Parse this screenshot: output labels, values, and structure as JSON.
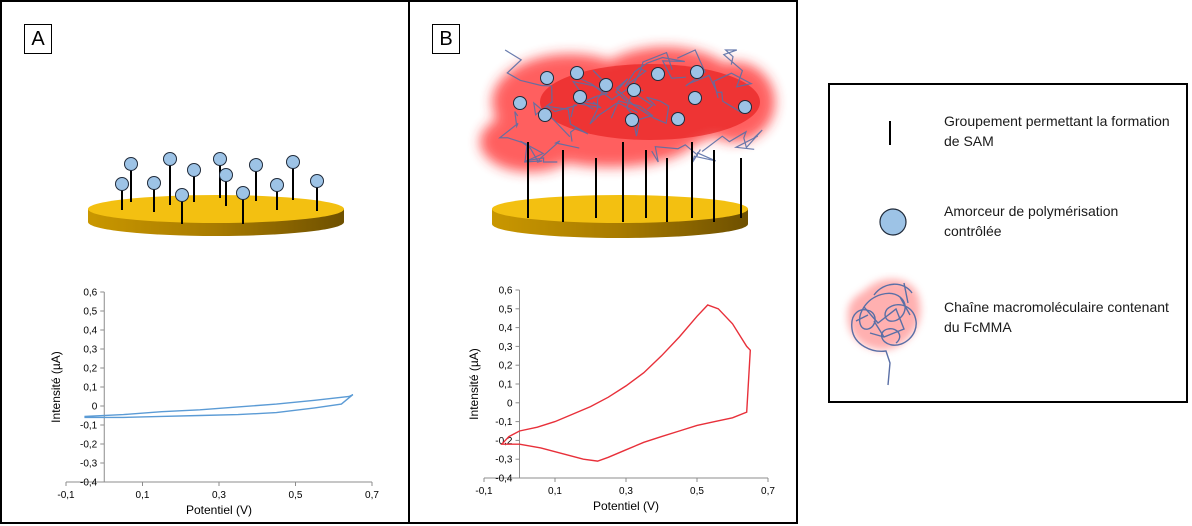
{
  "panels": [
    {
      "label": "A",
      "chart_data": {
        "type": "line",
        "xlabel": "Potentiel (V)",
        "ylabel": "Intensité (µA)",
        "xlim": [
          -0.1,
          0.7
        ],
        "ylim": [
          -0.4,
          0.6
        ],
        "xticks": [
          "-0,1",
          "0,1",
          "0,3",
          "0,5",
          "0,7"
        ],
        "yticks": [
          "-0,4",
          "-0,3",
          "-0,2",
          "-0,1",
          "0",
          "0,1",
          "0,2",
          "0,3",
          "0,4",
          "0,5",
          "0,6"
        ],
        "color": "#5b9bd5",
        "x": [
          -0.05,
          0.05,
          0.15,
          0.25,
          0.35,
          0.45,
          0.55,
          0.62,
          0.65,
          0.64,
          0.55,
          0.45,
          0.35,
          0.25,
          0.15,
          0.05,
          -0.05
        ],
        "y": [
          -0.06,
          -0.06,
          -0.055,
          -0.05,
          -0.045,
          -0.035,
          -0.01,
          0.01,
          0.06,
          0.05,
          0.03,
          0.01,
          -0.005,
          -0.02,
          -0.03,
          -0.045,
          -0.055
        ]
      }
    },
    {
      "label": "B",
      "chart_data": {
        "type": "line",
        "xlabel": "Potentiel (V)",
        "ylabel": "Intensité (µA)",
        "xlim": [
          -0.1,
          0.7
        ],
        "ylim": [
          -0.4,
          0.6
        ],
        "xticks": [
          "-0,1",
          "0,1",
          "0,3",
          "0,5",
          "0,7"
        ],
        "yticks": [
          "-0,4",
          "-0,3",
          "-0,2",
          "-0,1",
          "0",
          "0,1",
          "0,2",
          "0,3",
          "0,4",
          "0,5",
          "0,6"
        ],
        "color": "#e8303a",
        "x": [
          -0.05,
          -0.03,
          0.0,
          0.05,
          0.1,
          0.15,
          0.2,
          0.25,
          0.3,
          0.35,
          0.4,
          0.45,
          0.5,
          0.53,
          0.56,
          0.6,
          0.64,
          0.65,
          0.64,
          0.6,
          0.55,
          0.5,
          0.45,
          0.4,
          0.35,
          0.3,
          0.25,
          0.22,
          0.18,
          0.12,
          0.06,
          0.0,
          -0.05
        ],
        "y": [
          -0.22,
          -0.18,
          -0.15,
          -0.13,
          -0.1,
          -0.06,
          -0.02,
          0.03,
          0.09,
          0.16,
          0.25,
          0.35,
          0.46,
          0.52,
          0.5,
          0.42,
          0.3,
          0.28,
          -0.05,
          -0.08,
          -0.1,
          -0.12,
          -0.15,
          -0.18,
          -0.21,
          -0.25,
          -0.29,
          -0.31,
          -0.3,
          -0.27,
          -0.24,
          -0.22,
          -0.22
        ]
      }
    }
  ],
  "legend": {
    "items": [
      {
        "icon": "sam-group-icon",
        "text": "Groupement permettant la formation de SAM"
      },
      {
        "icon": "initiator-icon",
        "text": "Amorceur de polymérisation contrôlée"
      },
      {
        "icon": "polymer-chain-icon",
        "text": "Chaîne macromoléculaire contenant du FcMMA"
      }
    ]
  },
  "colors": {
    "gold": "#f3c011",
    "gold_dark": "#a67c00",
    "initiator": "#9dc3e6",
    "chain": "#5a6fa6",
    "glow": "#ff3b3b"
  }
}
